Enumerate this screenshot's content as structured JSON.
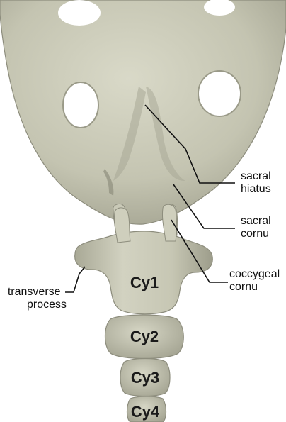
{
  "labels": {
    "sacral_hiatus": [
      "sacral",
      "hiatus"
    ],
    "sacral_cornu": [
      "sacral",
      "cornu"
    ],
    "coccygeal_cornu": [
      "coccygeal",
      "cornu"
    ],
    "transverse_process": [
      "transverse",
      "process"
    ]
  },
  "vertebrae": [
    "Cy1",
    "Cy2",
    "Cy3",
    "Cy4"
  ],
  "colors": {
    "bone_light": "#ccccbb",
    "bone_mid": "#b9b9a6",
    "bone_shadow": "#8d8d7d",
    "foramen": "#ffffff",
    "line": "#111111"
  }
}
